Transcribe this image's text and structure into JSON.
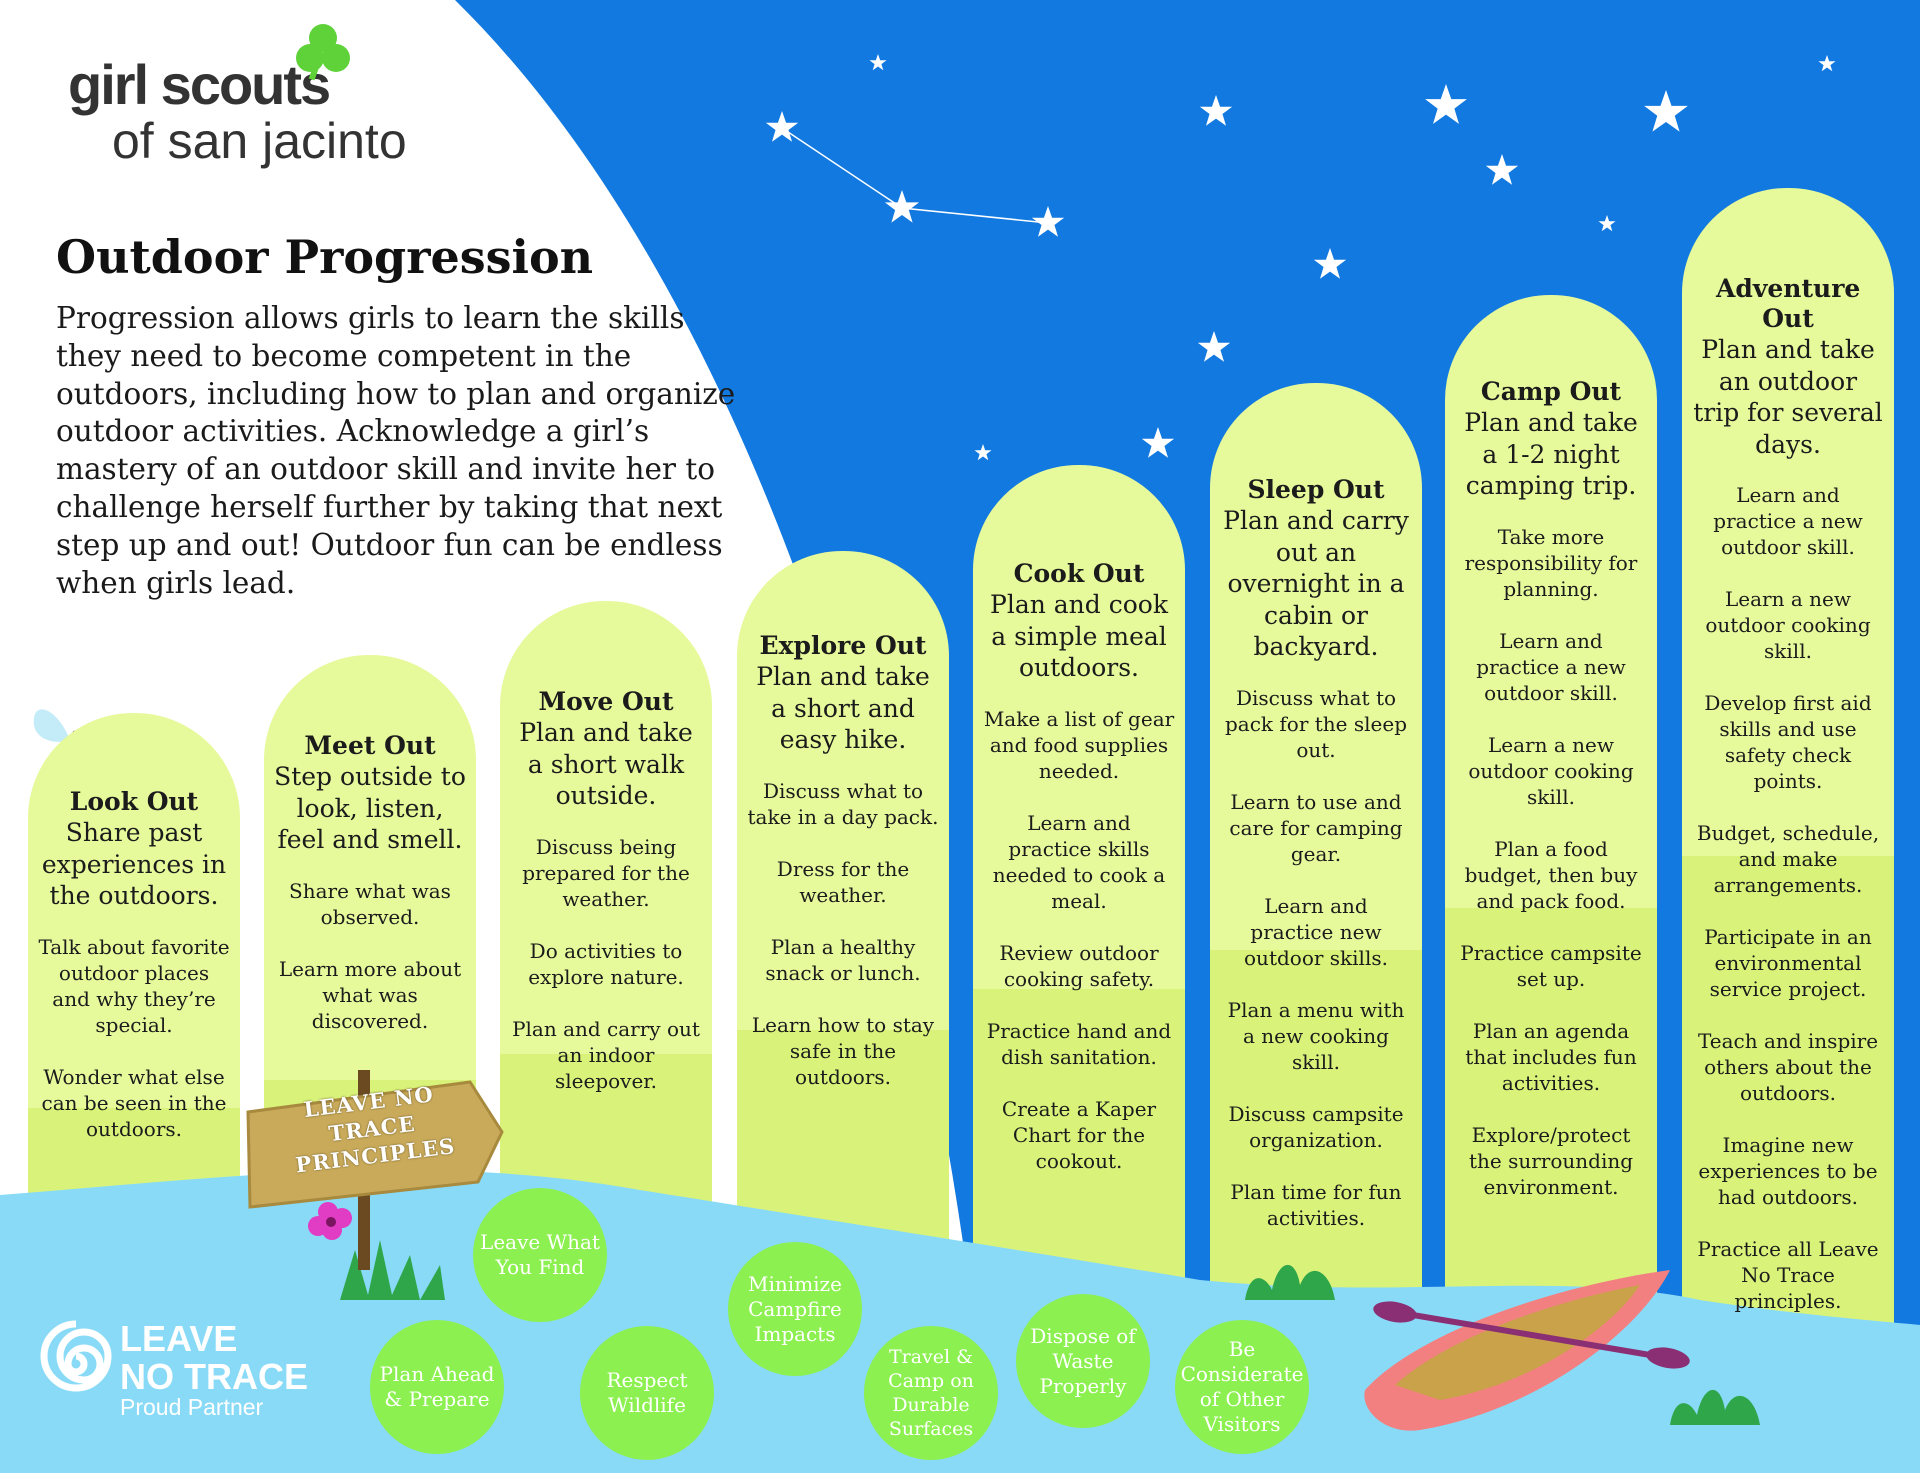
{
  "logo": {
    "line1": "girl scouts",
    "line2": "of san jacinto"
  },
  "title": "Outdoor Progression",
  "intro": "Progression allows girls to learn the skills they need to become competent in the outdoors, including how to plan and organize outdoor activities. Acknowledge a girl’s mastery of an outdoor skill and invite her to challenge herself further by taking that next step up and out! Outdoor fun can be endless when girls lead.",
  "colors": {
    "sky": "#1279e0",
    "pillar": "#e6f99b",
    "water": "#89daf7",
    "bubble": "#8cf050"
  },
  "pillars": [
    {
      "title": "Look Out",
      "subtitle": "Share past experiences in the outdoors.",
      "steps": [
        "Talk about favorite outdoor places and why they’re special.",
        "Wonder what else can be seen in the outdoors."
      ]
    },
    {
      "title": "Meet Out",
      "subtitle": "Step outside to look, listen, feel and smell.",
      "steps": [
        "Share what was observed.",
        "Learn more about what was discovered."
      ]
    },
    {
      "title": "Move Out",
      "subtitle": "Plan and take a short walk outside.",
      "steps": [
        "Discuss being prepared for the weather.",
        "Do activities to explore nature.",
        "Plan and carry out an indoor sleepover."
      ]
    },
    {
      "title": "Explore Out",
      "subtitle": "Plan and take a short and easy hike.",
      "steps": [
        "Discuss what to take in a day pack.",
        "Dress for the weather.",
        "Plan a healthy snack or lunch.",
        "Learn how to stay safe in the outdoors."
      ]
    },
    {
      "title": "Cook Out",
      "subtitle": "Plan and cook a simple meal outdoors.",
      "steps": [
        "Make a list of gear and food supplies needed.",
        "Learn and practice skills needed to cook a meal.",
        "Review outdoor cooking safety.",
        "Practice hand and dish sanitation.",
        "Create a Kaper Chart for the cookout."
      ]
    },
    {
      "title": "Sleep Out",
      "subtitle": "Plan and carry out an overnight in a cabin or backyard.",
      "steps": [
        "Discuss what to pack for the sleep out.",
        "Learn to use and care for camping gear.",
        "Learn and practice new outdoor skills.",
        "Plan a menu with a new cooking skill.",
        "Discuss campsite organization.",
        "Plan time for fun activities."
      ]
    },
    {
      "title": "Camp Out",
      "subtitle": "Plan and take a 1-2 night camping trip.",
      "steps": [
        "Take more responsibility for planning.",
        "Learn and practice a new outdoor skill.",
        "Learn a new outdoor cooking skill.",
        "Plan a food budget, then buy and pack food.",
        "Practice campsite set up.",
        "Plan an agenda that includes fun activities.",
        "Explore/protect the surrounding environment."
      ]
    },
    {
      "title": "Adventure Out",
      "subtitle": "Plan and take an outdoor trip for several days.",
      "steps": [
        "Learn and practice a new outdoor skill.",
        "Learn a new outdoor cooking skill.",
        "Develop first aid skills and use safety check points.",
        "Budget, schedule, and make arrangements.",
        "Participate in an environmental service project.",
        "Teach and inspire others about the outdoors.",
        "Imagine new experiences to be had outdoors.",
        "Practice all Leave No Trace principles."
      ]
    }
  ],
  "sign": "LEAVE NO TRACE PRINCIPLES",
  "principles": [
    "Leave What You Find",
    "Plan Ahead & Prepare",
    "Respect Wildlife",
    "Minimize Campfire Impacts",
    "Travel & Camp on Durable Surfaces",
    "Dispose of Waste Properly",
    "Be Considerate of Other Visitors"
  ],
  "lnt_logo": {
    "line1": "LEAVE",
    "line2": "NO TRACE",
    "tagline": "Proud Partner"
  }
}
